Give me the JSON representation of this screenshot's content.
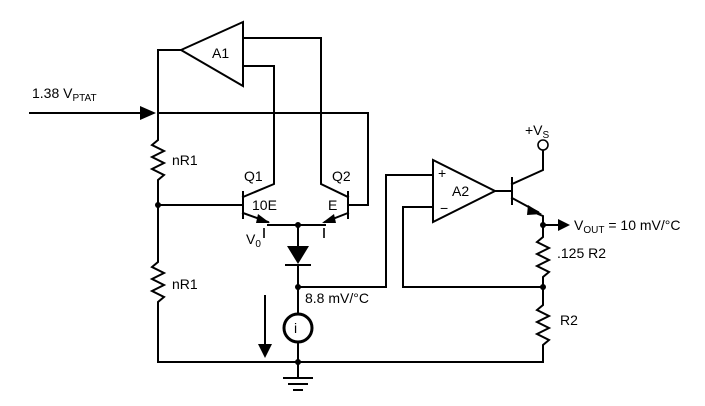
{
  "labels": {
    "vin_main": "1.38 V",
    "vin_sub": "PTAT",
    "a1": "A1",
    "a2": "A2",
    "nr1_top": "nR1",
    "nr1_bottom": "nR1",
    "q1": "Q1",
    "q2": "Q2",
    "e10": "10E",
    "e": "E",
    "v0_main": "V",
    "v0_sub": "0",
    "vs_main": "+V",
    "vs_sub": "S",
    "vout_main": "V",
    "vout_sub": "OUT",
    "vout_value": " = 10 mV/°C",
    "r2_upper": ".125 R2",
    "r2": "R2",
    "mvc": "8.8 mV/°C",
    "plus": "+",
    "minus": "−",
    "current_source": "i"
  }
}
